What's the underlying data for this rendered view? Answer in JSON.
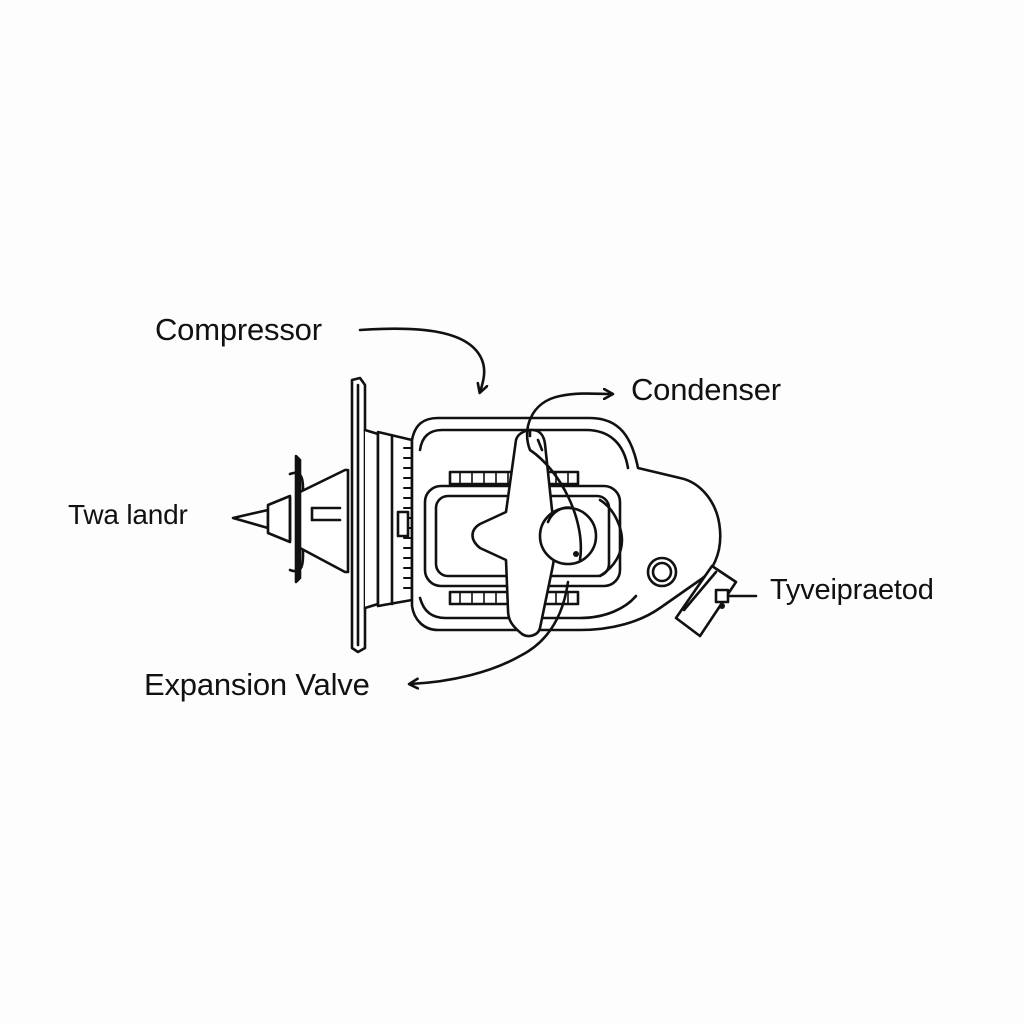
{
  "diagram": {
    "labels": {
      "compressor": "Compressor",
      "condenser": "Condenser",
      "twa_landr": "Twa landr",
      "tyveipraetod": "Tyveipraetod",
      "expansion_valve": "Expansion Valve"
    },
    "colors": {
      "ink": "#111111",
      "background": "#fdfdfd"
    }
  }
}
